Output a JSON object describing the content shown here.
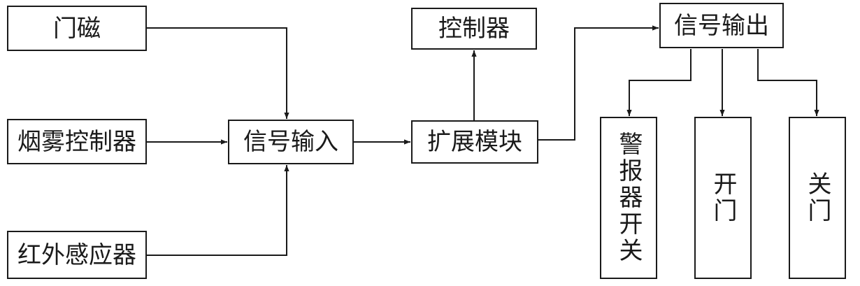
{
  "diagram": {
    "nodes": {
      "menci": "门磁",
      "yanwu": "烟雾控制器",
      "hongwai": "红外感应器",
      "input": "信号输入",
      "kongzhi": "控制器",
      "kuozhan": "扩展模块",
      "output": "信号输出",
      "alarm": "警报器开关",
      "open": "开门",
      "close": "关门"
    },
    "edges": [
      [
        "menci",
        "input"
      ],
      [
        "yanwu",
        "input"
      ],
      [
        "hongwai",
        "input"
      ],
      [
        "input",
        "kuozhan"
      ],
      [
        "kuozhan",
        "kongzhi"
      ],
      [
        "kuozhan",
        "output"
      ],
      [
        "output",
        "alarm"
      ],
      [
        "output",
        "open"
      ],
      [
        "output",
        "close"
      ]
    ]
  }
}
